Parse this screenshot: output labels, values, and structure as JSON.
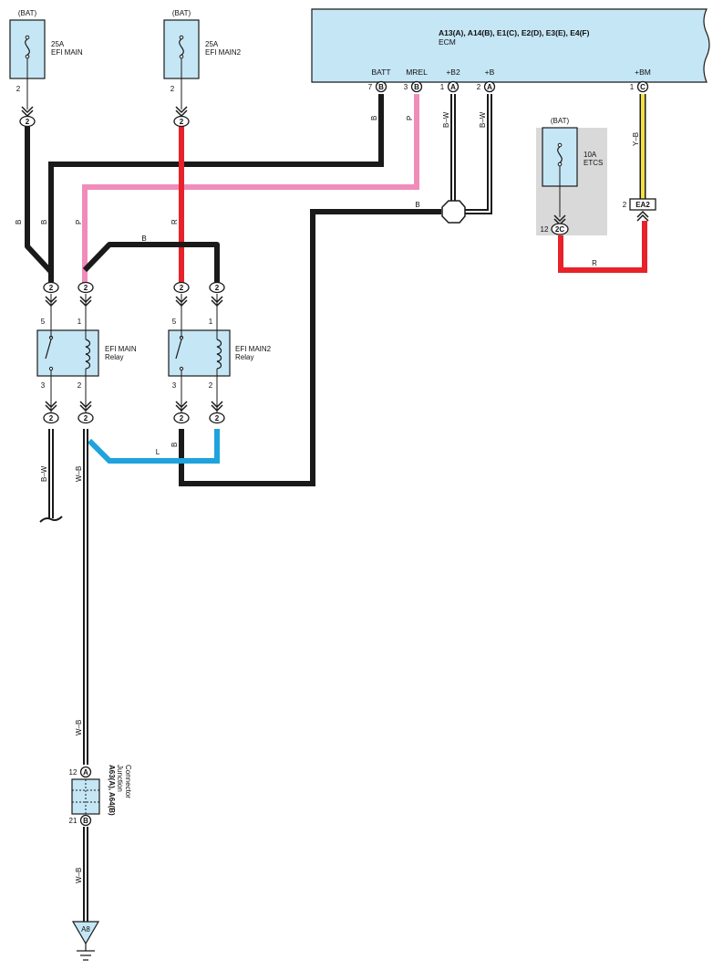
{
  "colors": {
    "panel_fill": "#c5e6f5",
    "bat_region": "#d9d9d9",
    "wire_black": "#1a1a1a",
    "wire_pink": "#f08cba",
    "wire_red": "#e8222a",
    "wire_blue": "#1fa3dc",
    "wire_yellow": "#f5e042",
    "wire_white": "#ffffff"
  },
  "ecm": {
    "title": "A13(A), A14(B), E1(C), E2(D), E3(E), E4(F)",
    "name": "ECM",
    "terminals": [
      {
        "name": "BATT",
        "pin": "7",
        "conn": "B"
      },
      {
        "name": "MREL",
        "pin": "3",
        "conn": "B"
      },
      {
        "name": "+B2",
        "pin": "1",
        "conn": "A"
      },
      {
        "name": "+B",
        "pin": "2",
        "conn": "A"
      },
      {
        "name": "+BM",
        "pin": "1",
        "conn": "C"
      }
    ]
  },
  "fuses": [
    {
      "source": "(BAT)",
      "rating": "25A",
      "name": "EFI MAIN",
      "pin": "2",
      "conn": "2"
    },
    {
      "source": "(BAT)",
      "rating": "25A",
      "name": "EFI MAIN2",
      "pin": "2",
      "conn": "2"
    },
    {
      "source": "(BAT)",
      "rating": "10A",
      "name": "ETCS",
      "pin": "12",
      "conn": "2C"
    }
  ],
  "relays": [
    {
      "name": "EFI MAIN",
      "sub": "Relay",
      "pins": [
        "5",
        "1",
        "3",
        "2"
      ]
    },
    {
      "name": "EFI MAIN2",
      "sub": "Relay",
      "pins": [
        "5",
        "1",
        "3",
        "2"
      ]
    }
  ],
  "connector_label": "2",
  "ea2": {
    "pin": "2",
    "name": "EA2"
  },
  "wire_labels": {
    "b": "B",
    "p": "P",
    "r": "R",
    "l": "L",
    "bw": "B–W",
    "wb": "W–B",
    "yb": "Y–B"
  },
  "junction": {
    "title": "A63(A), A64(B)",
    "line1": "Junction",
    "line2": "Connector",
    "pin_top": "12",
    "conn_top": "A",
    "pin_bottom": "21",
    "conn_bottom": "B"
  },
  "ground": {
    "name": "A8"
  }
}
